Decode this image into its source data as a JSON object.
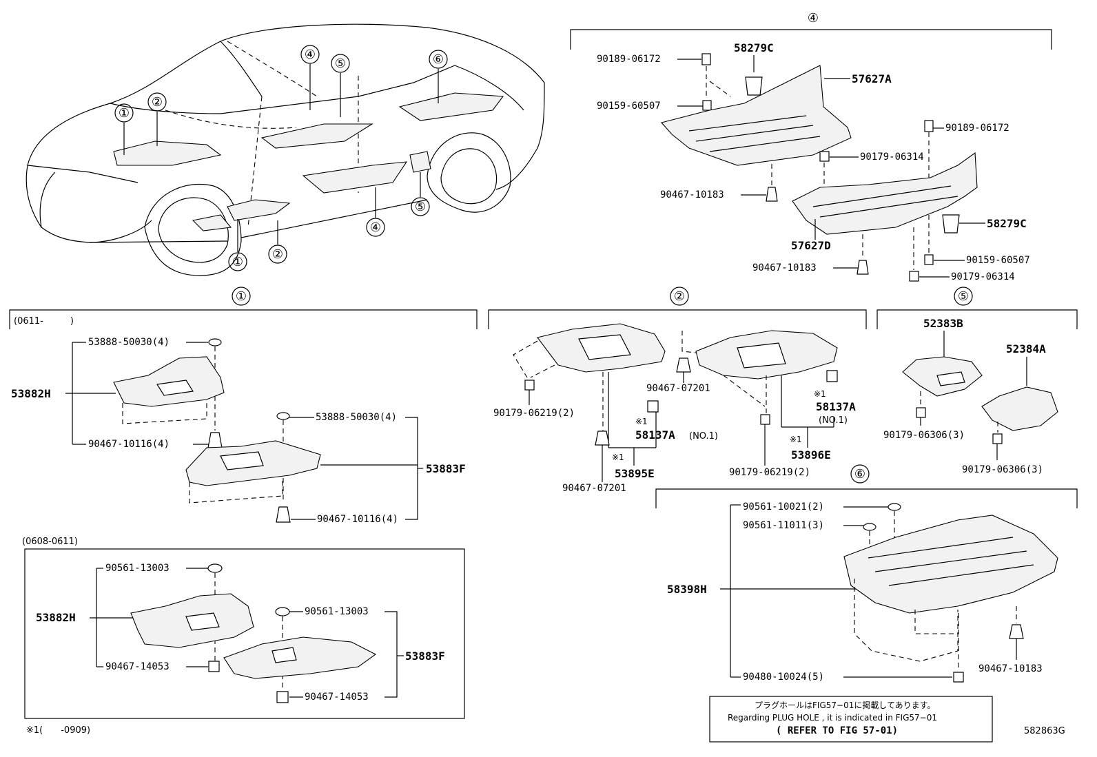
{
  "callouts": {
    "c1": "①",
    "c2": "②",
    "c4": "④",
    "c5": "⑤",
    "c6": "⑥"
  },
  "sec4": {
    "p_90189_a": "90189-06172",
    "p_58279c_a": "58279C",
    "p_57627a": "57627A",
    "p_90159_a": "90159-60507",
    "p_90189_b": "90189-06172",
    "p_90179_a": "90179-06314",
    "p_90467_a": "90467-10183",
    "p_58279c_b": "58279C",
    "p_57627d": "57627D",
    "p_90467_b": "90467-10183",
    "p_90159_b": "90159-60507",
    "p_90179_b": "90179-06314"
  },
  "sec1": {
    "date_range": "(0611-　　　)",
    "p_53888_a": "53888-50030(4)",
    "p_53882h_a": "53882H",
    "p_90467_10116_a": "90467-10116(4)",
    "p_53888_b": "53888-50030(4)",
    "p_53883f_a": "53883F",
    "p_90467_10116_b": "90467-10116(4)"
  },
  "sec1b": {
    "date_range": "(0608-0611)",
    "p_90561_a": "90561-13003",
    "p_53882h_b": "53882H",
    "p_90467_14053_a": "90467-14053",
    "p_90561_b": "90561-13003",
    "p_53883f_b": "53883F",
    "p_90467_14053_b": "90467-14053"
  },
  "sec2": {
    "p_90179_06219_a": "90179-06219(2)",
    "p_58137a_a": "58137A",
    "p_no1_a": "(NO.1)",
    "p_53895e": "53895E",
    "p_90467_07201_a": "90467-07201",
    "p_90467_07201_b": "90467-07201",
    "p_58137a_b": "58137A",
    "p_no1_b": "(NO.1)",
    "p_53896e": "53896E",
    "p_90179_06219_b": "90179-06219(2)",
    "mark": "※1"
  },
  "sec5": {
    "p_52383b": "52383B",
    "p_52384a": "52384A",
    "p_90179_06306_a": "90179-06306(3)",
    "p_90179_06306_b": "90179-06306(3)"
  },
  "sec6": {
    "p_90561_10021": "90561-10021(2)",
    "p_90561_11011": "90561-11011(3)",
    "p_58398h": "58398H",
    "p_90480": "90480-10024(5)",
    "p_90467_10183": "90467-10183"
  },
  "notes": {
    "footnote": "※1(　　-0909)",
    "jp_line": "プラグホールはFIG57−01に掲載してあります。",
    "en_line": "Regarding PLUG HOLE , it is indicated in FIG57−01",
    "refer": "( REFER TO FIG 57-01)",
    "figure_code": "582863G"
  }
}
